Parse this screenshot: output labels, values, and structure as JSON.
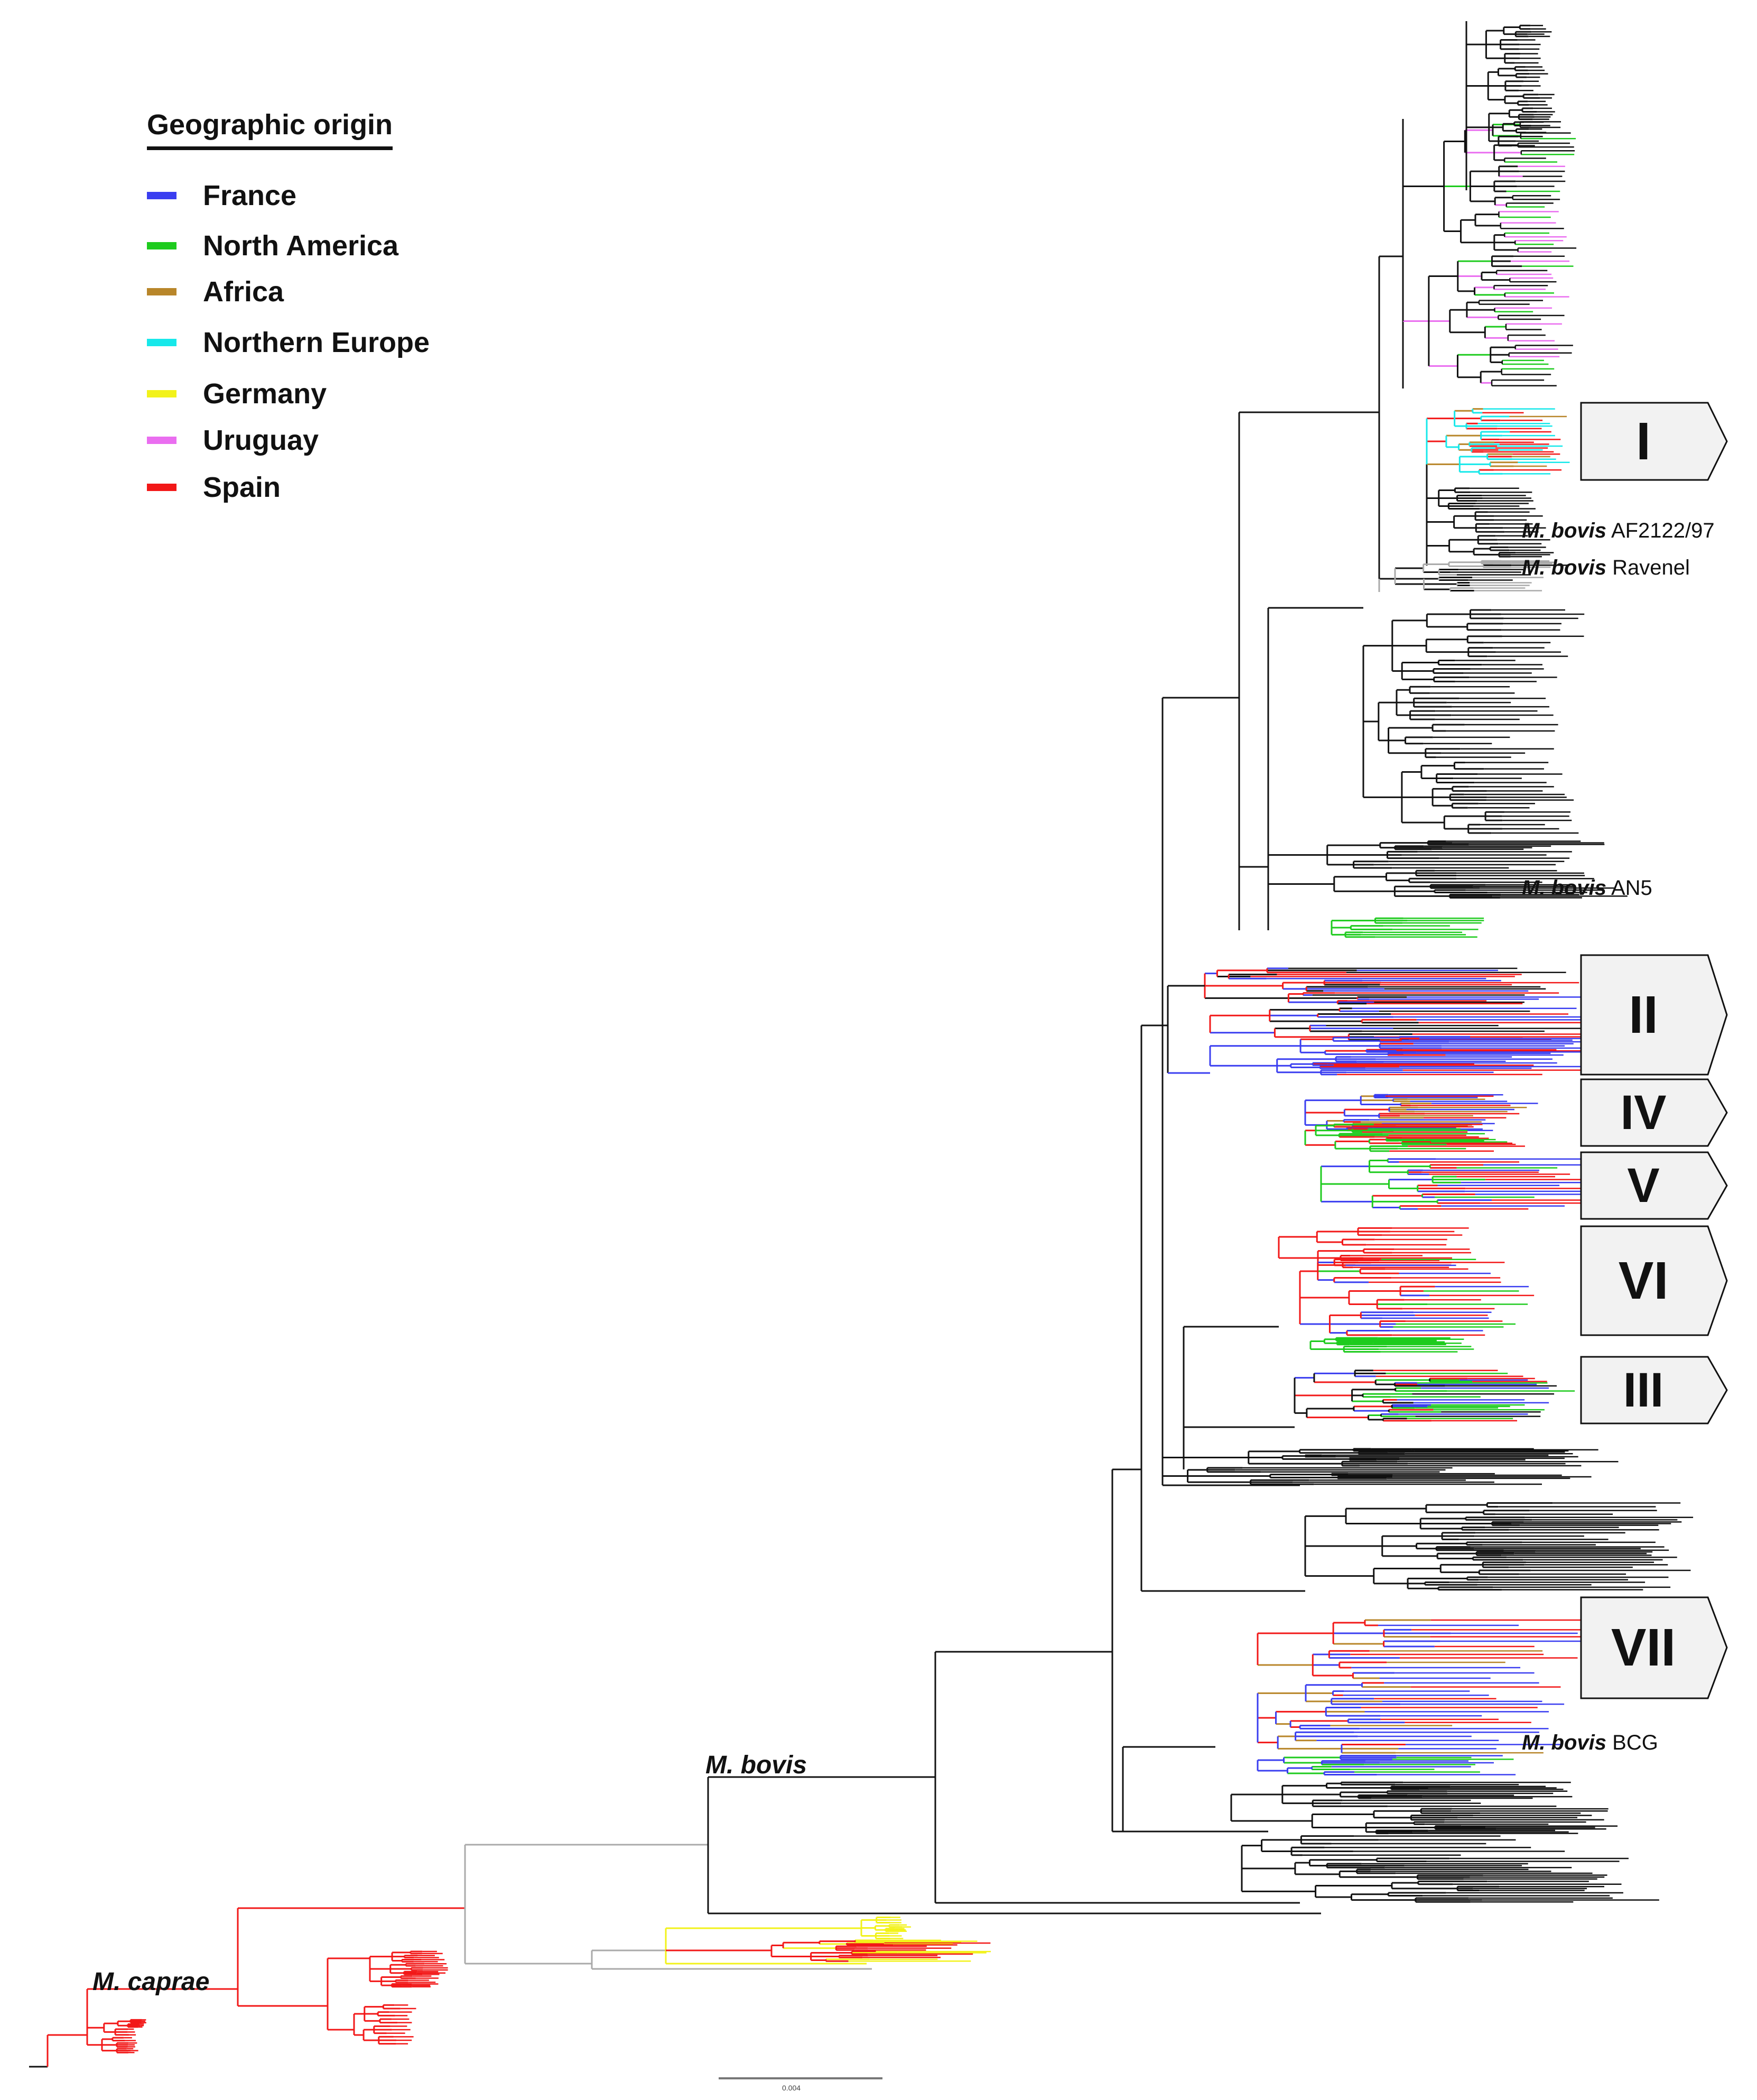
{
  "legend": {
    "title": "Geographic origin",
    "items": [
      {
        "label": "France",
        "color": "#3a3ef0"
      },
      {
        "label": "North America",
        "color": "#1ecb1e"
      },
      {
        "label": "Africa",
        "color": "#b8862a"
      },
      {
        "label": "Northern Europe",
        "color": "#17e8ea"
      },
      {
        "label": "Germany",
        "color": "#f2f21a"
      },
      {
        "label": "Uruguay",
        "color": "#ea6ef0"
      },
      {
        "label": "Spain",
        "color": "#f21818"
      }
    ]
  },
  "colors": {
    "branch": "#111111",
    "unassigned": "#aaaaaa",
    "arrow_fill": "#f2f2f2",
    "arrow_stroke": "#111111"
  },
  "clades": [
    {
      "id": "I",
      "label": "I"
    },
    {
      "id": "II",
      "label": "II"
    },
    {
      "id": "IV",
      "label": "IV"
    },
    {
      "id": "V",
      "label": "V"
    },
    {
      "id": "VI",
      "label": "VI"
    },
    {
      "id": "III",
      "label": "III"
    },
    {
      "id": "VII",
      "label": "VII"
    }
  ],
  "strains": {
    "af2122": {
      "species": "M. bovis",
      "name": "AF2122/97"
    },
    "ravenel": {
      "species": "M. bovis",
      "name": "Ravenel"
    },
    "an5": {
      "species": "M. bovis",
      "name": "AN5"
    },
    "bcg": {
      "species": "M. bovis",
      "name": "BCG"
    }
  },
  "species": {
    "bovis": "M. bovis",
    "caprae": "M. caprae"
  },
  "scale": {
    "value": "0.004"
  }
}
